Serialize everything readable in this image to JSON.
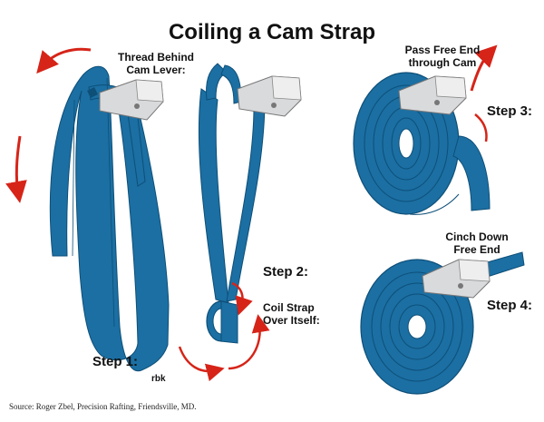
{
  "title": "Coiling a Cam Strap",
  "labels": {
    "thread_line1": "Thread Behind",
    "thread_line2": "Cam Lever:",
    "step1": "Step 1:",
    "step2": "Step 2:",
    "coil_line1": "Coil Strap",
    "coil_line2": "Over Itself:",
    "pass_line1": "Pass Free End",
    "pass_line2": "through Cam",
    "step3": "Step 3:",
    "cinch_line1": "Cinch Down",
    "cinch_line2": "Free End",
    "step4": "Step 4:",
    "initials": "rbk",
    "source": "Source: Roger Zbel, Precision Rafting, Friendsville, MD."
  },
  "colors": {
    "strap": "#1b6fa3",
    "strap_dark": "#0e4f78",
    "arrow": "#d62418",
    "buckle": "#d9dadc"
  }
}
